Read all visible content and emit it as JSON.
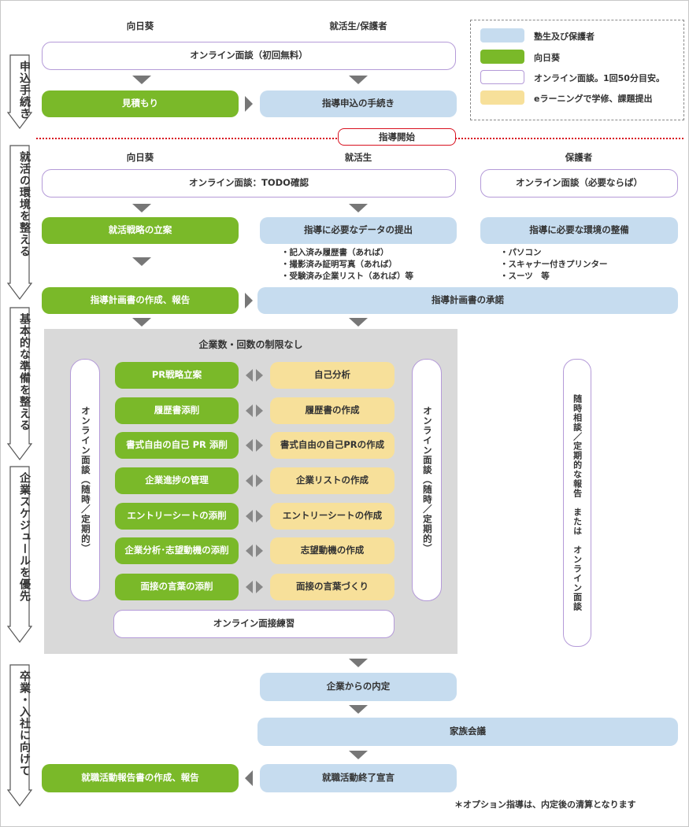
{
  "columns": {
    "himawari": "向日葵",
    "student_guardian": "就活生/保護者",
    "student": "就活生",
    "guardian": "保護者"
  },
  "legend": [
    {
      "label": "塾生及び保護者",
      "color": "#c6dcef"
    },
    {
      "label": "向日葵",
      "color": "#7ab929"
    },
    {
      "label": "オンライン面談。1回50分目安。",
      "color": "#ffffff"
    },
    {
      "label": "eラーニングで学修、課題提出",
      "color": "#f7e09a"
    }
  ],
  "phases": [
    "申込手続き",
    "就活の環境を整える",
    "基本的な準備を整える",
    "企業スケジュールを優先",
    "卒業・入社に向けて"
  ],
  "application": {
    "interview": "オンライン面談（初回無料）",
    "estimate": "見積もり",
    "procedure": "指導申込の手続き"
  },
  "start_label": "指導開始",
  "environment": {
    "interview_todo": "オンライン面談：TODO確認",
    "interview_guardian": "オンライン面談（必要ならば）",
    "strategy": "就活戦略の立案",
    "data_submit": "指導に必要なデータの提出",
    "env_setup": "指導に必要な環境の整備",
    "data_items": [
      "・記入済み履歴書（あれば）",
      "・撮影済み証明写真（あれば）",
      "・受験済み企業リスト（あれば）等"
    ],
    "env_items": [
      "・パソコン",
      "・スキャナー付きプリンター",
      "・スーツ　等"
    ],
    "plan_create": "指導計画書の作成、報告",
    "plan_accept": "指導計画書の承諾"
  },
  "basic": {
    "header": "企業数・回数の制限なし",
    "interview_left": "オンライン面談（随時／定期的）",
    "interview_right": "オンライン面談（随時／定期的）",
    "pairs": [
      {
        "left": "PR戦略立案",
        "right": "自己分析"
      },
      {
        "left": "履歴書添削",
        "right": "履歴書の作成"
      },
      {
        "left": "書式自由の自己 PR 添削",
        "right": "書式自由の自己PRの作成"
      },
      {
        "left": "企業進捗の管理",
        "right": "企業リストの作成"
      },
      {
        "left": "エントリーシートの添削",
        "right": "エントリーシートの作成"
      },
      {
        "left": "企業分析･志望動機の添削",
        "right": "志望動機の作成"
      },
      {
        "left": "面接の言葉の添削",
        "right": "面接の言葉づくり"
      }
    ],
    "practice": "オンライン面接練習",
    "side_consult": "随時相談／定期的な報告　または　オンライン面談"
  },
  "graduation": {
    "offer": "企業からの内定",
    "family": "家族会議",
    "end_declare": "就職活動終了宣言",
    "report": "就職活動報告書の作成、報告"
  },
  "note": "＊オプション指導は、内定後の清算となります"
}
